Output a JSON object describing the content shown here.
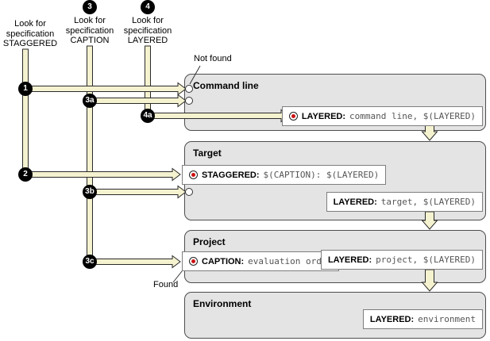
{
  "columns": [
    {
      "label_lines": [
        "Look for",
        "specification",
        "STAGGERED"
      ]
    },
    {
      "label_lines": [
        "Look for",
        "specification",
        "CAPTION"
      ]
    },
    {
      "label_lines": [
        "Look for",
        "specification",
        "LAYERED"
      ]
    }
  ],
  "badges": {
    "b1": "1",
    "b2": "2",
    "b3": "3",
    "b4": "4",
    "b3a": "3a",
    "b3b": "3b",
    "b3c": "3c",
    "b4a": "4a"
  },
  "annotations": {
    "not_found": "Not found",
    "found": "Found"
  },
  "scopes": [
    {
      "title": "Command line",
      "specs": [
        {
          "label": "LAYERED:",
          "value": "command line, $(LAYERED)",
          "found": true
        }
      ]
    },
    {
      "title": "Target",
      "specs": [
        {
          "label": "STAGGERED:",
          "value": "$(CAPTION): $(LAYERED)",
          "found": true
        },
        {
          "label": "LAYERED:",
          "value": "target, $(LAYERED)"
        }
      ]
    },
    {
      "title": "Project",
      "specs": [
        {
          "label": "CAPTION:",
          "value": "evaluation order",
          "found": true
        },
        {
          "label": "LAYERED:",
          "value": "project, $(LAYERED)"
        }
      ]
    },
    {
      "title": "Environment",
      "specs": [
        {
          "label": "LAYERED:",
          "value": "environment"
        }
      ]
    }
  ],
  "colors": {
    "arrow_fill": "#f5f2d0",
    "scope_fill": "#e4e4e4",
    "scope_border": "#4d4d4d",
    "spec_border": "#7e7e7e",
    "found_red": "#cc1111",
    "badge_bg": "#000000"
  }
}
